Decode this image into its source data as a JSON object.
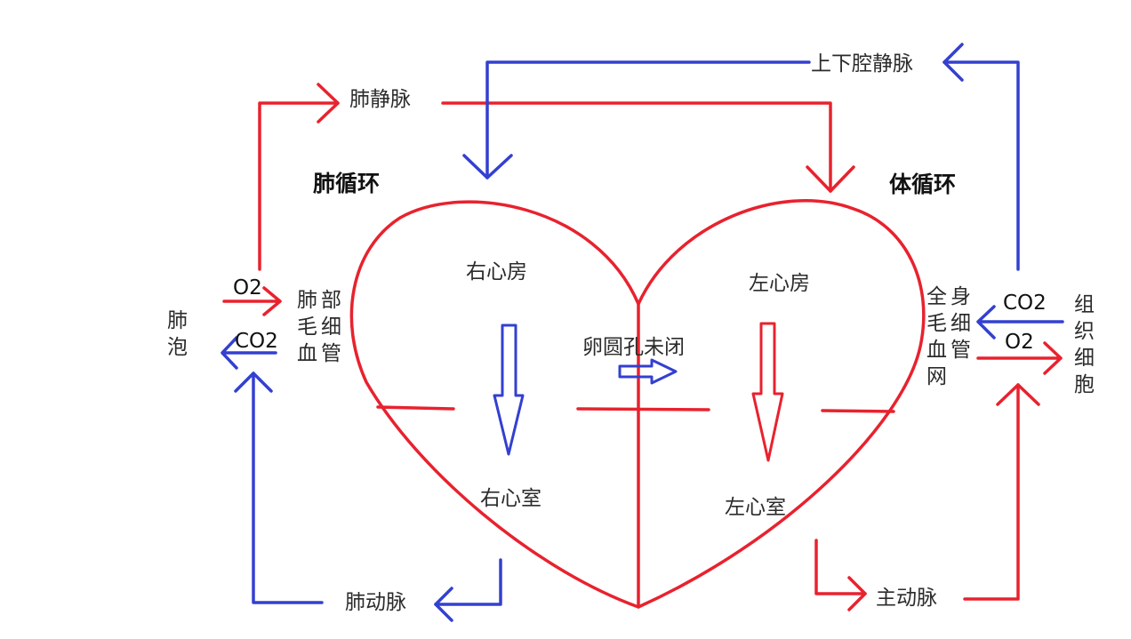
{
  "labels": {
    "pulmonary_vein": "肺静脉",
    "vena_cava": "上下腔静脉",
    "pulmonary_circulation": "肺循环",
    "systemic_circulation": "体循环",
    "right_atrium": "右心房",
    "left_atrium": "左心房",
    "right_ventricle": "右心室",
    "left_ventricle": "左心室",
    "foramen_ovale": "卵圆孔未闭",
    "pulmonary_artery": "肺动脉",
    "aorta": "主动脉",
    "alveoli": "肺泡",
    "lung_capillaries": "肺部毛细血管",
    "body_capillaries": "全身毛细血管网",
    "tissue_cells": "组织细胞",
    "o2_left": "O2",
    "co2_left": "CO2",
    "co2_right": "CO2",
    "o2_right": "O2"
  },
  "colors": {
    "oxygenated": "#e8222e",
    "deoxygenated": "#3340d0",
    "text": "#2b2b2b"
  }
}
